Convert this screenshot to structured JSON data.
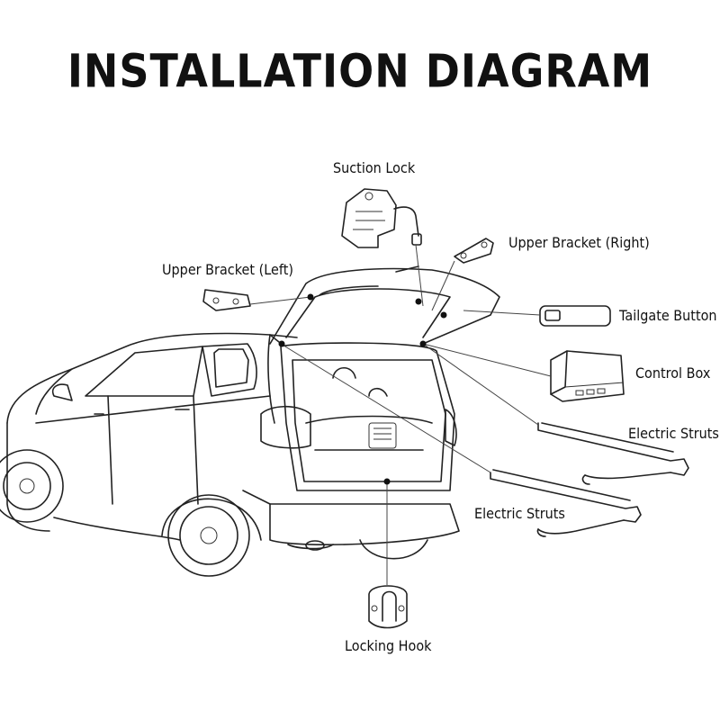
{
  "title": "INSTALLATION DIAGRAM",
  "labels": {
    "suction_lock": "Suction Lock",
    "upper_bracket_right": "Upper Bracket (Right)",
    "upper_bracket_left": "Upper Bracket (Left)",
    "tailgate_button": "Tailgate Button",
    "control_box": "Control Box",
    "electric_struts_right": "Electric Struts",
    "electric_struts_bottom": "Electric Struts",
    "locking_hook": "Locking Hook"
  }
}
